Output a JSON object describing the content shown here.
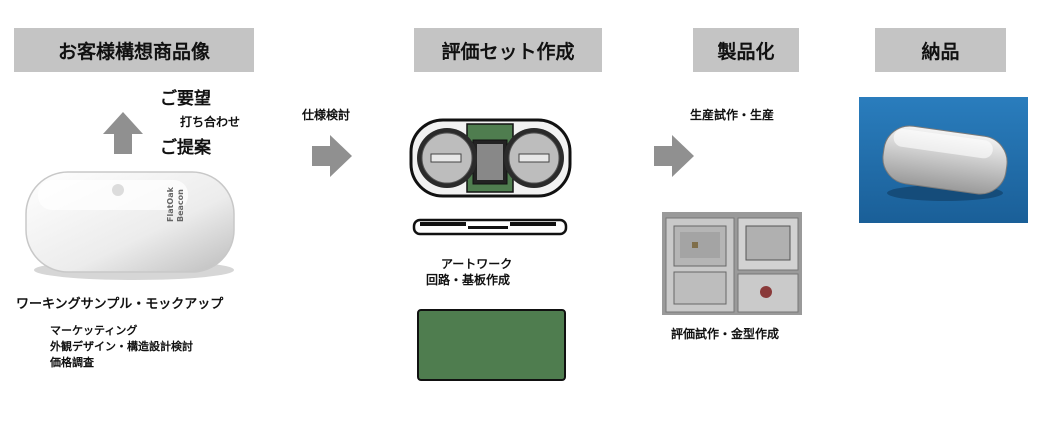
{
  "headers": {
    "step1": "お客様構想商品像",
    "step2": "評価セット作成",
    "step3": "製品化",
    "step4": "納品"
  },
  "step1": {
    "request": "ご要望",
    "meeting": "打ち合わせ",
    "proposal": "ご提案",
    "device_brand": "FlatOak",
    "device_model": "Beacon",
    "caption": "ワーキングサンプル・モックアップ",
    "details": [
      "マーケッティング",
      "外観デザイン・構造設計検討",
      "価格調査"
    ]
  },
  "arrow1_label": "仕様検討",
  "step2": {
    "caption_line1": "アートワーク",
    "caption_line2": "回路・基板作成"
  },
  "arrow2_label": "生産試作・生産",
  "step3": {
    "caption": "評価試作・金型作成"
  },
  "colors": {
    "header_bg": "#c4c4c4",
    "arrow_gray": "#909090",
    "pcb_green": "#4f7d4f",
    "product_bg": "#1e6aa4"
  }
}
